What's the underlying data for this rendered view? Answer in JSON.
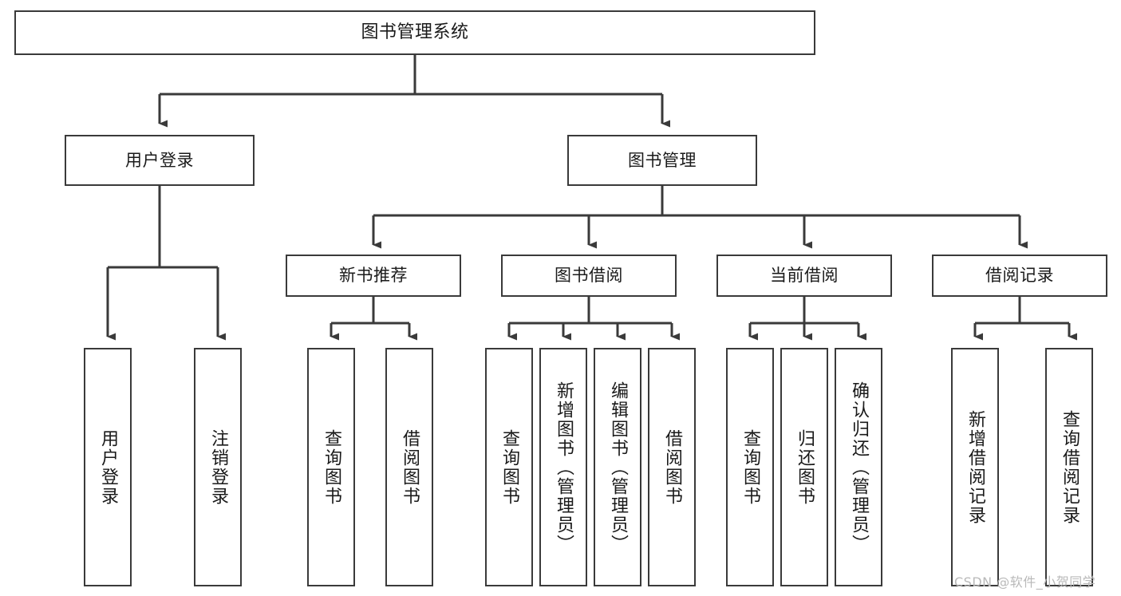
{
  "diagram": {
    "type": "hierarchy-tree",
    "title": "图书管理系统",
    "watermark": "CSDN @软件_小贺同学",
    "colors": {
      "stroke": "#3a3a3a",
      "box_fill": "#ffffff",
      "text": "#1a1a1a",
      "watermark": "#b9b9b9",
      "background": "#ffffff"
    },
    "nodes": {
      "root": {
        "label": "图书管理系统"
      },
      "level1": [
        {
          "label": "用户登录"
        },
        {
          "label": "图书管理"
        }
      ],
      "level2": [
        {
          "label": "新书推荐"
        },
        {
          "label": "图书借阅"
        },
        {
          "label": "当前借阅"
        },
        {
          "label": "借阅记录"
        }
      ],
      "leaves": {
        "user_login": [
          {
            "label": "用户登录"
          },
          {
            "label": "注销登录"
          }
        ],
        "new_book_recommend": [
          {
            "label": "查询图书"
          },
          {
            "label": "借阅图书"
          }
        ],
        "book_borrow": [
          {
            "label": "查询图书"
          },
          {
            "label": "新增图书（管理员）"
          },
          {
            "label": "编辑图书（管理员）"
          },
          {
            "label": "借阅图书"
          }
        ],
        "current_borrow": [
          {
            "label": "查询图书"
          },
          {
            "label": "归还图书"
          },
          {
            "label": "确认归还（管理员）"
          }
        ],
        "borrow_record": [
          {
            "label": "新增借阅记录"
          },
          {
            "label": "查询借阅记录"
          }
        ]
      }
    }
  }
}
